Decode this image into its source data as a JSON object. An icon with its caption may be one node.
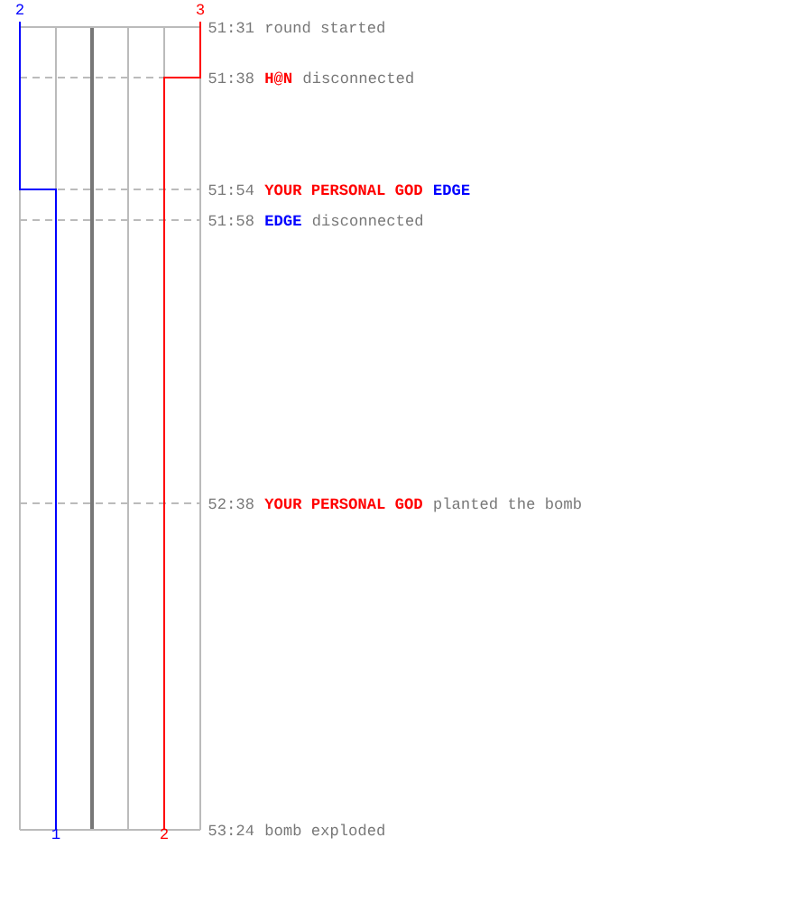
{
  "diagram": {
    "labels": [
      "2",
      "3",
      "51:31",
      "round started",
      "51:38",
      "H@N",
      "disconnected",
      "51:54",
      "YOUR PERSONAL GOD",
      "EDGE",
      "51:58",
      "EDGE",
      "disconnected",
      "52:38",
      "YOUR PERSONAL GOD",
      "planted the bomb",
      "53:24",
      "bomb exploded",
      "1",
      "2"
    ]
  }
}
